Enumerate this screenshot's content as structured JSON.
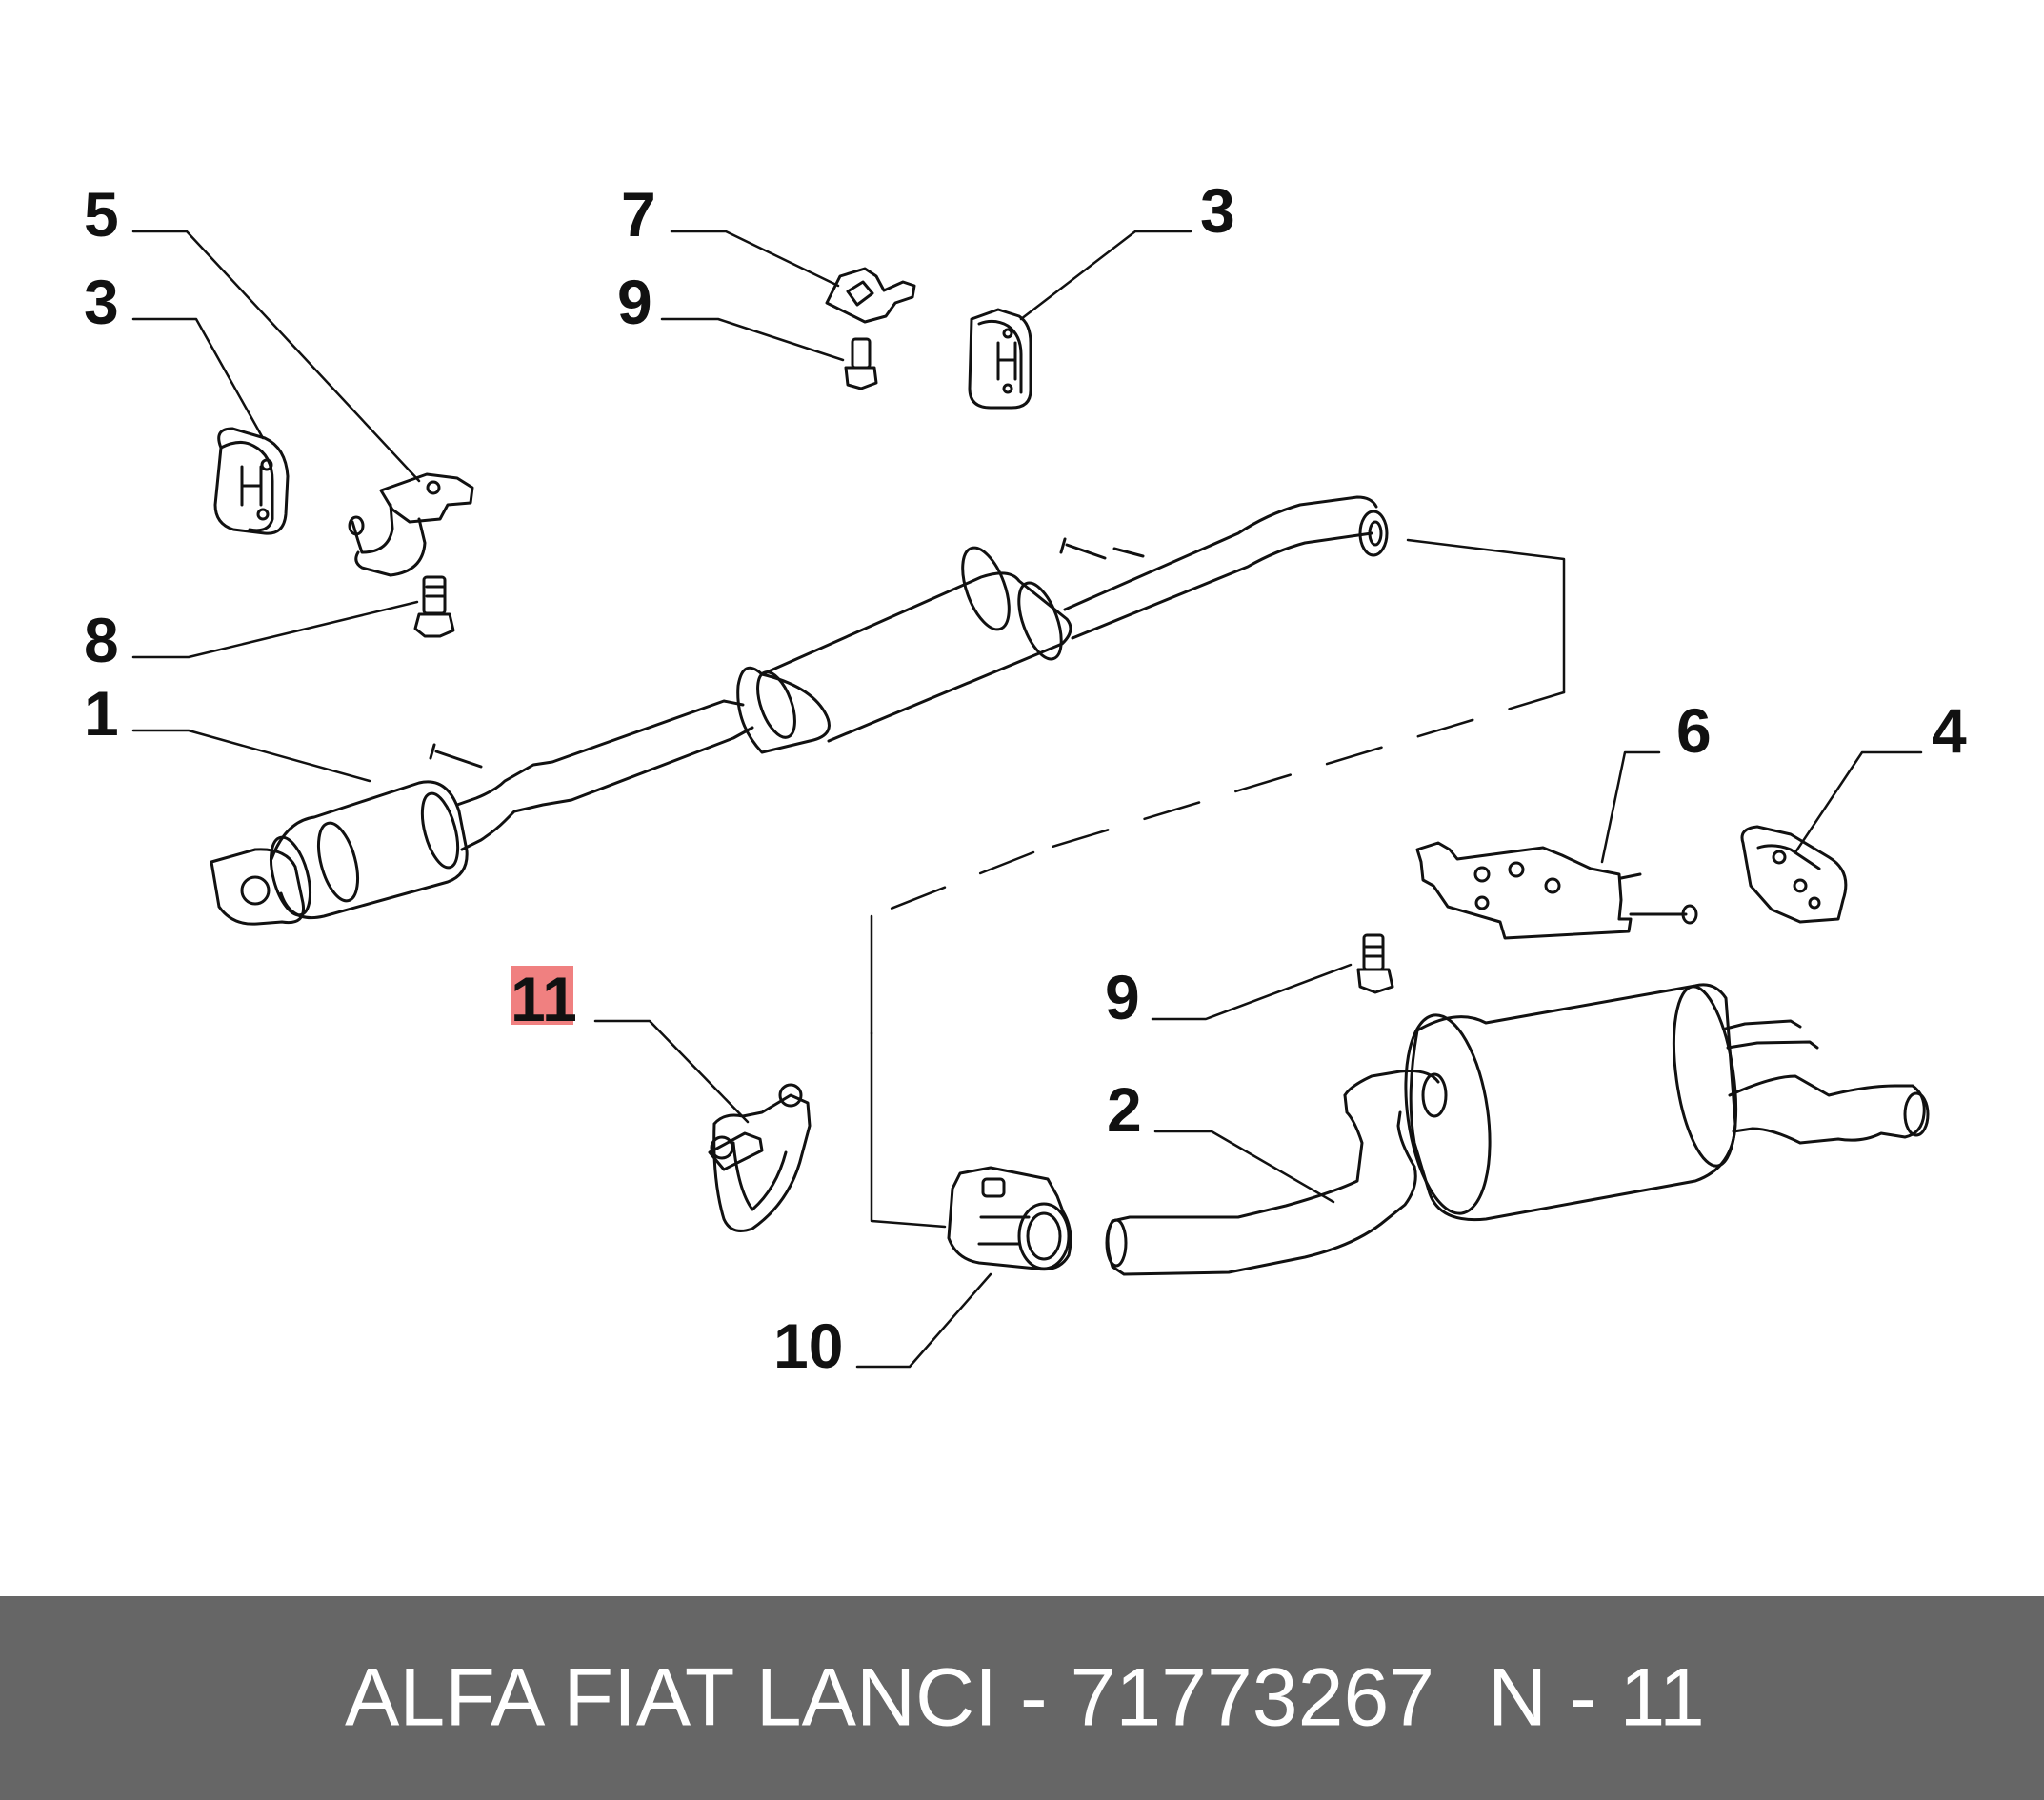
{
  "colors": {
    "background": "#ffffff",
    "line": "#111111",
    "footer_bg": "#666666",
    "footer_text": "#ffffff",
    "highlight": "#f08080"
  },
  "highlighted_callout": "11",
  "callouts": [
    "5",
    "3",
    "7",
    "9",
    "3",
    "8",
    "1",
    "6",
    "4",
    "11",
    "9",
    "2",
    "10"
  ],
  "footer": {
    "left": "ALFA FIAT LANCI - 71773267",
    "right": "N - 11"
  }
}
